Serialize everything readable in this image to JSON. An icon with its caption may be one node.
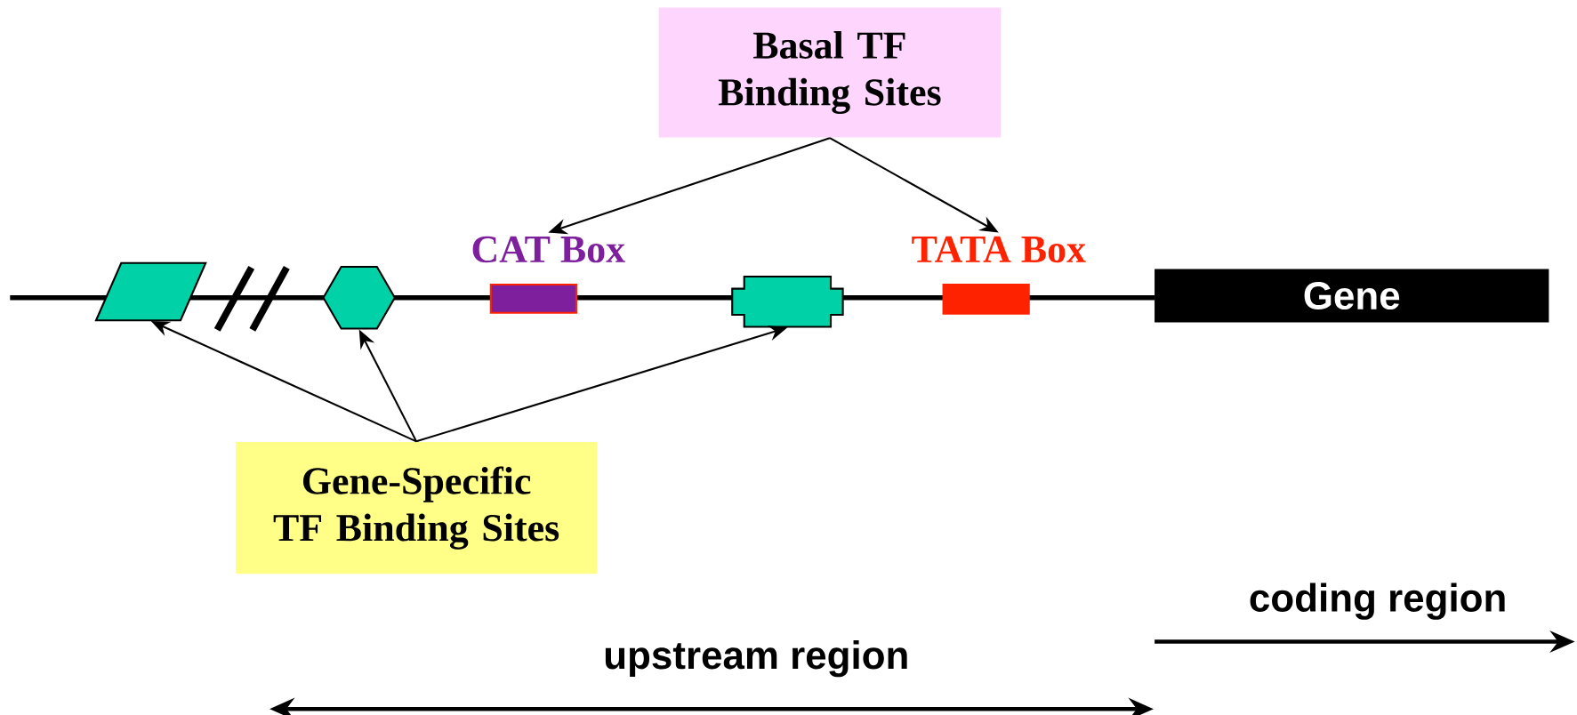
{
  "diagram": {
    "nodes": [
      {
        "text": [
          "Basal TF Binding Sites"
        ]
      },
      {
        "text": [],
        "shape": "parallelogram"
      },
      {
        "text": [],
        "shape": "hexagon"
      },
      {
        "text": [
          "CAT Box"
        ]
      },
      {
        "text": [],
        "shape": "box"
      },
      {
        "text": [
          "TATA Box"
        ]
      },
      {
        "text": [
          "Gene"
        ]
      },
      {
        "text": [
          "Gene-Specific TF Binding Sites"
        ]
      }
    ],
    "edges": [
      {
        "from": 0,
        "to": 3,
        "arrow": "to"
      },
      {
        "from": 0,
        "to": 5,
        "arrow": "to"
      },
      {
        "from": 7,
        "to": 1,
        "arrow": "to"
      },
      {
        "from": 7,
        "to": 2,
        "arrow": "to"
      },
      {
        "from": 7,
        "to": 4,
        "arrow": "to"
      }
    ],
    "labels": [
      "coding region",
      "upstream region"
    ]
  }
}
